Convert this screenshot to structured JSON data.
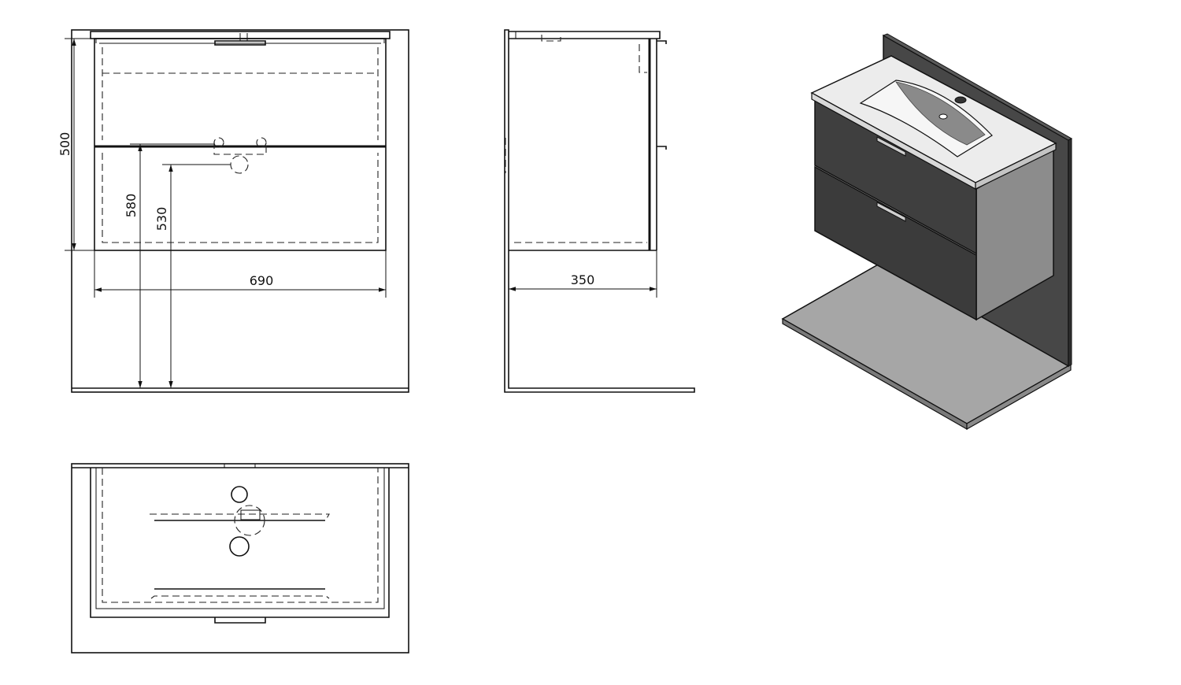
{
  "dimensions": {
    "height_500": "500",
    "height_580": "580",
    "height_530": "530",
    "width_690": "690",
    "depth_350": "350"
  },
  "colors": {
    "line": "#111111",
    "cabinet_dark": "#3d3d3d",
    "cabinet_side": "#8c8c8c",
    "wall": "#474747",
    "floor": "#a6a6a6",
    "ceramic": "#ececec",
    "basin": "#8a8a8a"
  }
}
